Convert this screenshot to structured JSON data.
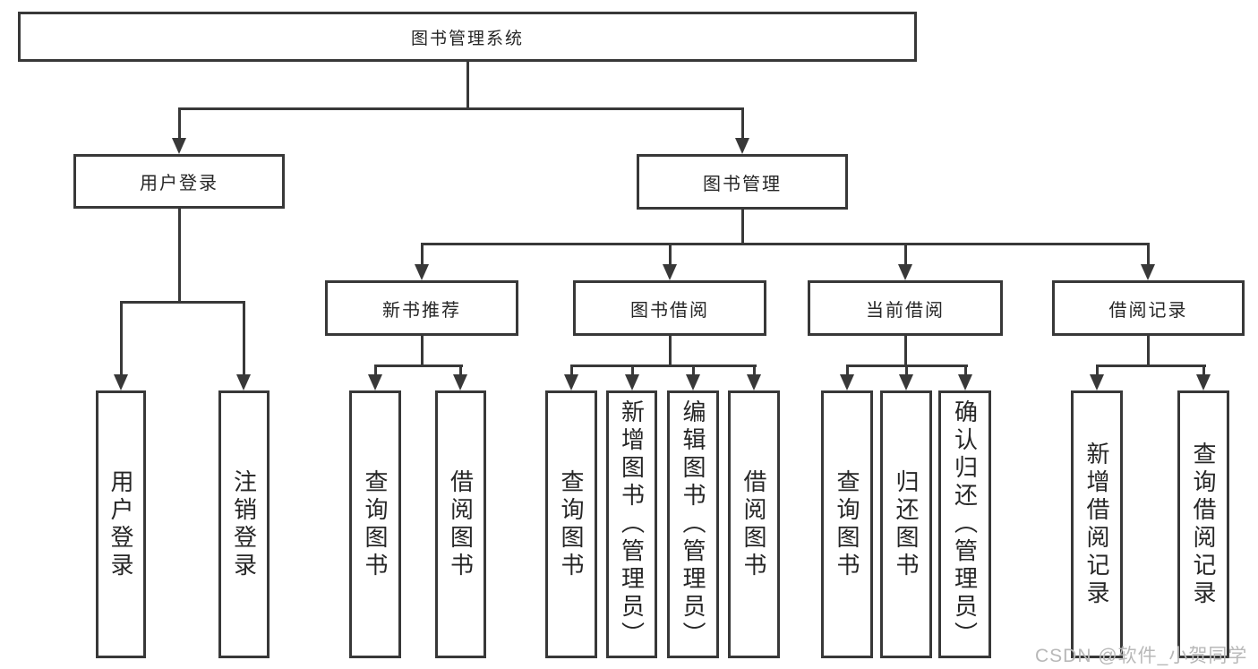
{
  "diagram": {
    "root": {
      "label": "图书管理系统"
    },
    "level1": [
      {
        "label": "用户登录"
      },
      {
        "label": "图书管理"
      }
    ],
    "level2": [
      {
        "label": "新书推荐"
      },
      {
        "label": "图书借阅"
      },
      {
        "label": "当前借阅"
      },
      {
        "label": "借阅记录"
      }
    ],
    "leaves": {
      "user_login": [
        {
          "label": "用户登录"
        },
        {
          "label": "注销登录"
        }
      ],
      "new_book_recommend": [
        {
          "label": "查询图书"
        },
        {
          "label": "借阅图书"
        }
      ],
      "book_borrow": [
        {
          "label": "查询图书"
        },
        {
          "label": "新增图书（管理员）"
        },
        {
          "label": "编辑图书（管理员）"
        },
        {
          "label": "借阅图书"
        }
      ],
      "current_borrow": [
        {
          "label": "查询图书"
        },
        {
          "label": "归还图书"
        },
        {
          "label": "确认归还（管理员）"
        }
      ],
      "borrow_records": [
        {
          "label": "新增借阅记录"
        },
        {
          "label": "查询借阅记录"
        }
      ]
    }
  },
  "watermark": {
    "text": "CSDN @软件_小贺同学"
  },
  "colors": {
    "line": "#383838",
    "text": "#262626",
    "background": "#ffffff",
    "watermark": "#b8b8b8"
  }
}
